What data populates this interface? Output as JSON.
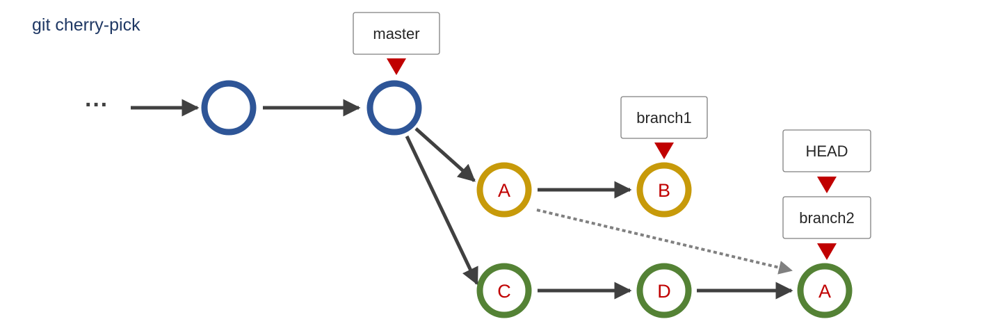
{
  "title": "git cherry-pick",
  "ellipsis": "···",
  "labels": {
    "master": "master",
    "branch1": "branch1",
    "head": "HEAD",
    "branch2": "branch2"
  },
  "commits": {
    "a": "A",
    "b": "B",
    "c": "C",
    "d": "D",
    "a_copy": "A"
  },
  "colors": {
    "title": "#1f3864",
    "master_commit": "#2e5597",
    "branch1_commit": "#c79a0a",
    "branch2_commit": "#548235",
    "commit_letter": "#c00000",
    "pointer_triangle": "#c00000",
    "arrow": "#404040",
    "cherry_pick_arrow": "#808080",
    "label_border": "#7f7f7f"
  }
}
